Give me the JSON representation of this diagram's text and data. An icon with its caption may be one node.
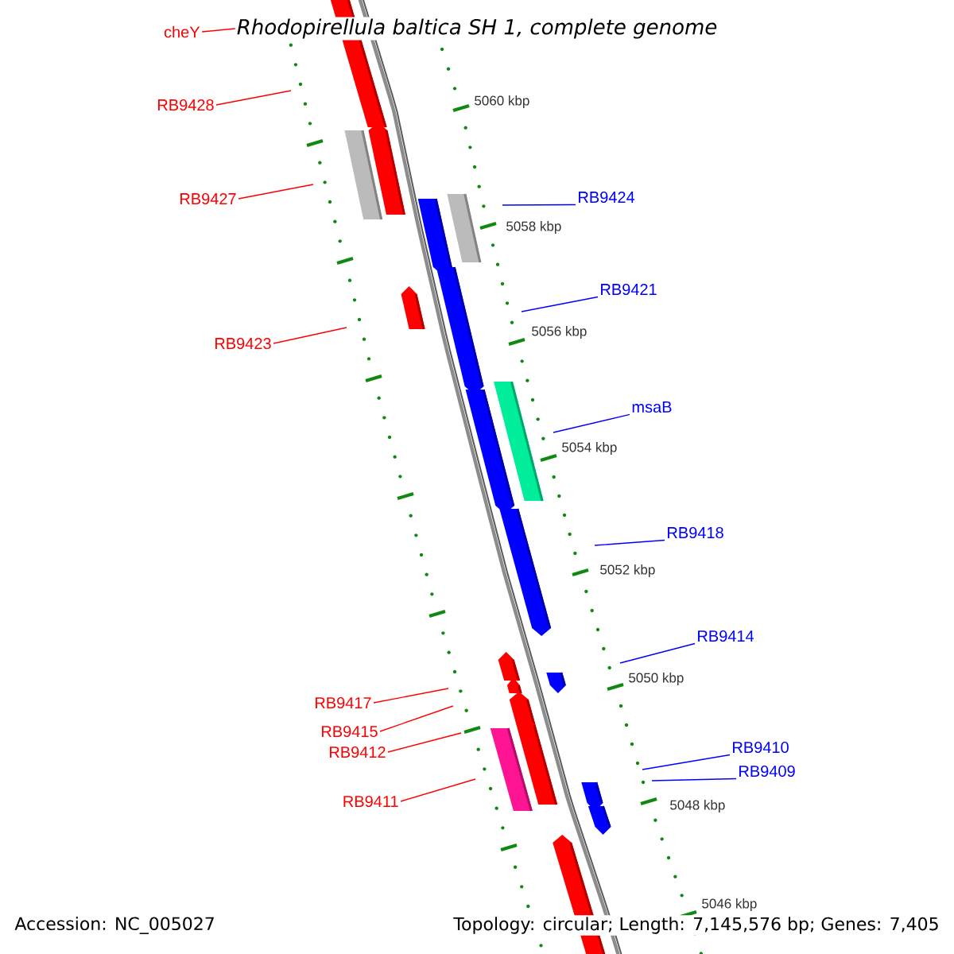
{
  "diagram": {
    "title": "Rhodopirellula baltica SH 1, complete genome",
    "nodes": [
      {
        "text": [
          "cheY"
        ]
      },
      {
        "text": [
          "RB9428"
        ]
      },
      {
        "text": [
          "RB9424"
        ]
      },
      {
        "text": [
          "RB9427"
        ]
      },
      {
        "text": [
          "RB9421"
        ]
      },
      {
        "text": [
          "RB9423"
        ]
      },
      {
        "text": [
          "msaB"
        ]
      },
      {
        "text": [
          "RB9418"
        ]
      },
      {
        "text": [
          "RB9414"
        ]
      },
      {
        "text": [
          "RB9417"
        ]
      },
      {
        "text": [
          "RB9415"
        ]
      },
      {
        "text": [
          "RB9410"
        ]
      },
      {
        "text": [
          "RB9412"
        ]
      },
      {
        "text": [
          "RB9409"
        ]
      },
      {
        "text": [
          "RB9411"
        ]
      }
    ],
    "edges": [
      {
        "from": 0,
        "to": null,
        "arrow": "none"
      },
      {
        "from": 1,
        "to": null,
        "arrow": "none"
      },
      {
        "from": 2,
        "to": null,
        "arrow": "none",
        "color": "#0000ff"
      },
      {
        "from": 3,
        "to": null,
        "arrow": "none"
      },
      {
        "from": 4,
        "to": null,
        "arrow": "none",
        "color": "#0000ff"
      },
      {
        "from": 5,
        "to": null,
        "arrow": "none"
      },
      {
        "from": 6,
        "to": null,
        "arrow": "none",
        "color": "#0000ff"
      },
      {
        "from": 7,
        "to": null,
        "arrow": "none",
        "color": "#0000ff"
      },
      {
        "from": 8,
        "to": null,
        "arrow": "none",
        "color": "#0000ff"
      },
      {
        "from": 9,
        "to": null,
        "arrow": "none"
      },
      {
        "from": 10,
        "to": null,
        "arrow": "none"
      },
      {
        "from": 11,
        "to": null,
        "arrow": "none",
        "color": "#0000ff"
      },
      {
        "from": 12,
        "to": null,
        "arrow": "none"
      },
      {
        "from": 13,
        "to": null,
        "arrow": "none",
        "color": "#0000ff"
      },
      {
        "from": 14,
        "to": null,
        "arrow": "none"
      }
    ],
    "labels": [
      "5060 kbp",
      "5058 kbp",
      "5056 kbp",
      "5054 kbp",
      "5052 kbp",
      "5050 kbp",
      "5048 kbp",
      "5046 kbp",
      "Accession: NC_005027",
      "Topology: circular; Length: 7,145,576 bp; Genes: 7,405"
    ]
  }
}
